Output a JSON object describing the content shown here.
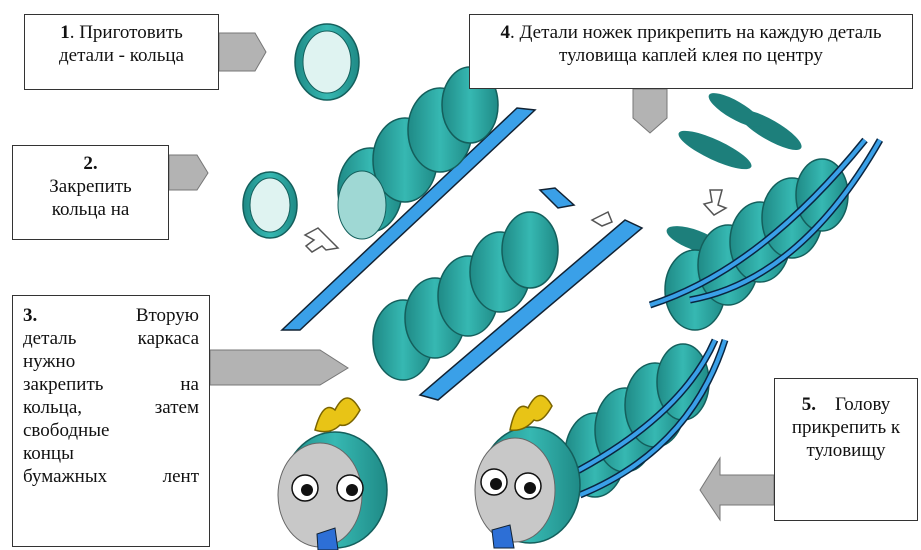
{
  "steps": [
    {
      "num": "1",
      "text": ". Приготовить детали - кольца"
    },
    {
      "num": "2.",
      "text": "Закрепить кольца на"
    },
    {
      "num": "3.",
      "lines": [
        "Вторую",
        "деталь каркаса",
        "нужно",
        "закрепить на",
        "кольца, затем",
        "свободные",
        "концы",
        "бумажных лент"
      ]
    },
    {
      "num": "4",
      "text": ". Детали ножек прикрепить на каждую деталь туловища каплей клея по центру"
    },
    {
      "num": "5.",
      "text": "Голову прикрепить к туловищу"
    }
  ],
  "colors": {
    "teal": "#2aa5a0",
    "teal_dark": "#1d7f7b",
    "blue": "#2d7fd6",
    "gray_arrow": "#b3b3b3",
    "yellow": "#e8c416"
  }
}
